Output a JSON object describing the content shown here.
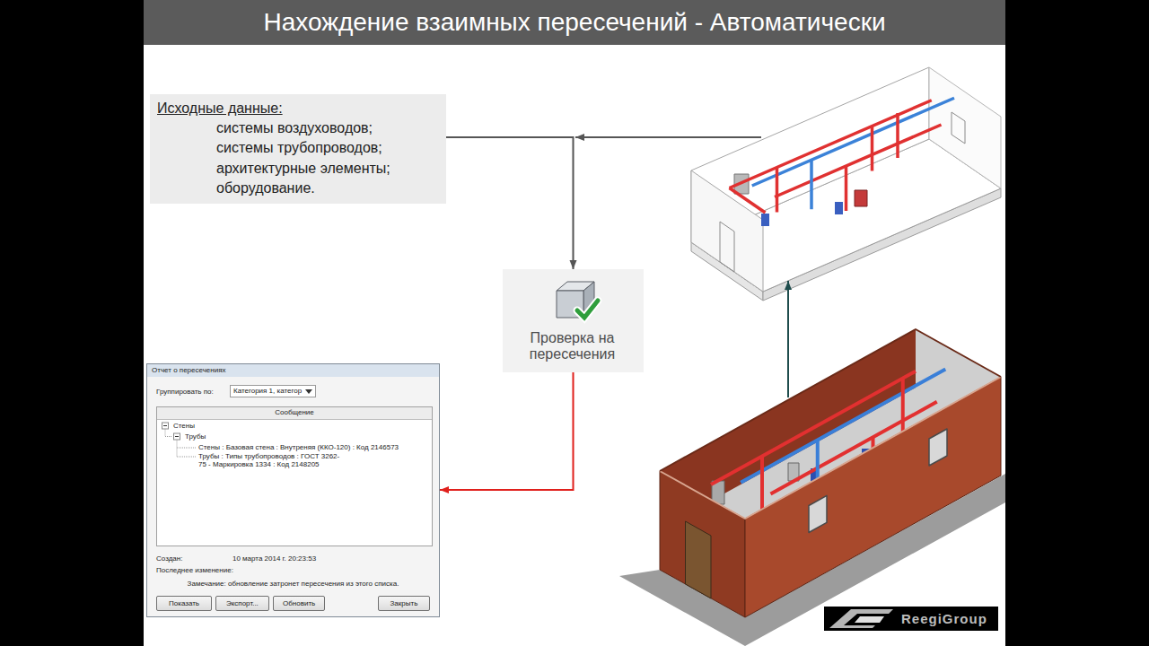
{
  "diagram": {
    "title": "Нахождение взаимных пересечений - Автоматически",
    "nodes": [
      {
        "text": [
          "Исходные данные:",
          "системы воздуховодов;",
          "системы трубопроводов;",
          "архитектурные элементы;",
          "оборудование."
        ]
      },
      {
        "text": [
          "Проверка на пересечения"
        ]
      },
      {
        "text": [
          "Отчет о пересечениях",
          "Группировать по:",
          "Создан:",
          "10 марта 2014 г. 20:23:53",
          "Последнее изменение:",
          "Замечание: обновление затронет пересечения из этого списка."
        ]
      },
      {
        "text": [
          "Категория 1, категор"
        ],
        "in": 2
      },
      {
        "text": [
          "Сообщение",
          "Стены",
          "Трубы",
          "Стены : Базовая стена : Внутреняя (ККО-120) : Код 2146573",
          "Трубы : Типы трубопроводов : ГОСТ 3262-75 - Маркировка 1334 : Код 2148205"
        ],
        "in": 2
      },
      {
        "text": [
          "Показать"
        ],
        "in": 2
      },
      {
        "text": [
          "Экспорт..."
        ],
        "in": 2
      },
      {
        "text": [
          "Обновить"
        ],
        "in": 2
      },
      {
        "text": [
          "Закрыть"
        ],
        "in": 2
      }
    ],
    "edges": [
      {
        "from": 0,
        "to": 1,
        "arrow": "to"
      },
      {
        "from": 1,
        "to": 2,
        "arrow": "to"
      }
    ],
    "labels": [
      "ReegiGroup"
    ]
  }
}
